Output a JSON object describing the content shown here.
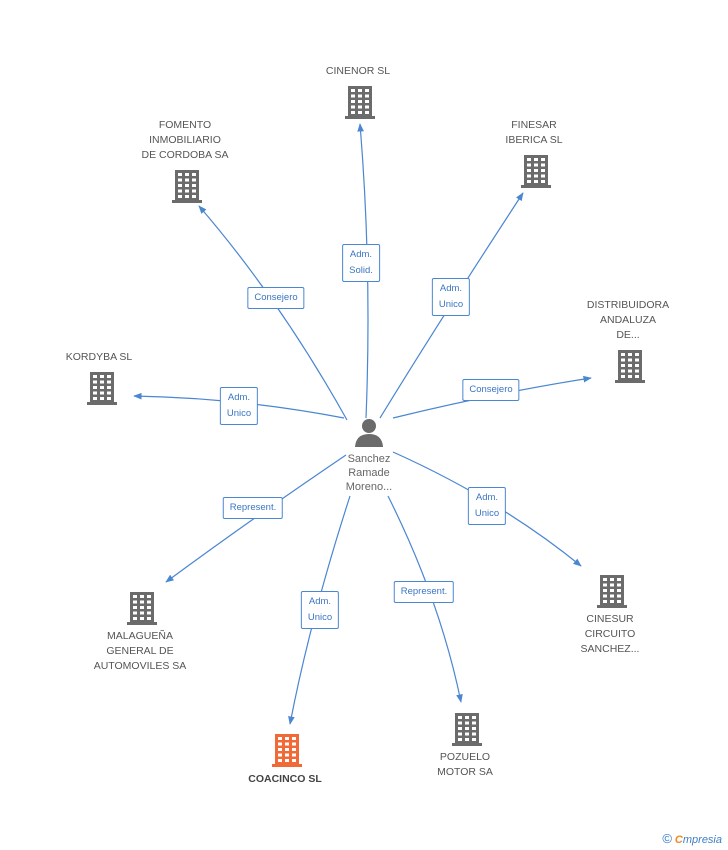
{
  "colors": {
    "edge": "#4a86d1",
    "building": "#6b6b6b",
    "building_main": "#f26938",
    "person": "#6b6b6b"
  },
  "person": {
    "name": "Sanchez\nRamade\nMoreno...",
    "icon": "person-icon"
  },
  "companies": [
    {
      "id": "cinenor",
      "name": "CINENOR  SL",
      "icon": "building-icon"
    },
    {
      "id": "fomento",
      "name": "FOMENTO\nINMOBILIARIO\nDE CORDOBA SA",
      "icon": "building-icon"
    },
    {
      "id": "finesar",
      "name": "FINESAR\nIBERICA SL",
      "icon": "building-icon"
    },
    {
      "id": "distribuidora",
      "name": "DISTRIBUIDORA\nANDALUZA\nDE...",
      "icon": "building-icon"
    },
    {
      "id": "kordyba",
      "name": "KORDYBA SL",
      "icon": "building-icon"
    },
    {
      "id": "cinesur",
      "name": "CINESUR\nCIRCUITO\nSANCHEZ...",
      "icon": "building-icon"
    },
    {
      "id": "malaguena",
      "name": "MALAGUEÑA\nGENERAL DE\nAUTOMOVILES SA",
      "icon": "building-icon"
    },
    {
      "id": "pozuelo",
      "name": "POZUELO\nMOTOR SA",
      "icon": "building-icon"
    },
    {
      "id": "coacinco",
      "name": "COACINCO SL",
      "icon": "building-icon",
      "main": true
    }
  ],
  "edges": [
    {
      "to": "cinenor",
      "label": "Adm.\nSolid."
    },
    {
      "to": "fomento",
      "label": "Consejero"
    },
    {
      "to": "finesar",
      "label": "Adm.\nUnico"
    },
    {
      "to": "distribuidora",
      "label": "Consejero"
    },
    {
      "to": "kordyba",
      "label": "Adm.\nUnico"
    },
    {
      "to": "cinesur",
      "label": "Adm.\nUnico"
    },
    {
      "to": "malaguena",
      "label": "Represent."
    },
    {
      "to": "pozuelo",
      "label": "Represent."
    },
    {
      "to": "coacinco",
      "label": "Adm.\nUnico"
    }
  ],
  "footer": {
    "copyright": "©",
    "brand_initial": "C",
    "brand_rest": "mpresia"
  }
}
